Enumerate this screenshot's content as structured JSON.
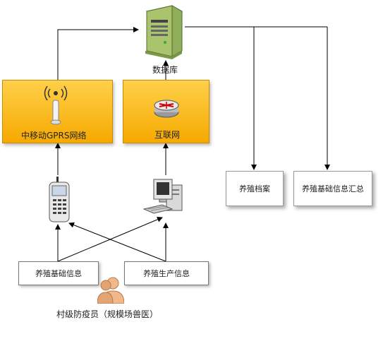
{
  "nodes": {
    "database": {
      "label": "数据库",
      "icon": "server-icon"
    },
    "gprs_network": {
      "label": "中移动GPRS网络",
      "icon": "antenna-icon"
    },
    "internet": {
      "label": "互联网",
      "icon": "router-icon"
    },
    "mobile_phone": {
      "icon": "mobile-phone-icon"
    },
    "computer": {
      "icon": "desktop-computer-icon"
    },
    "archive": {
      "label": "养殖档案"
    },
    "summary": {
      "label": "养殖基础信息汇总"
    },
    "basic_info": {
      "label": "养殖基础信息"
    },
    "production_info": {
      "label": "养殖生产信息"
    },
    "user": {
      "label": "村级防疫员（规模场兽医）",
      "icon": "user-icon"
    }
  },
  "colors": {
    "network_box": "#f6b619",
    "line": "#000000"
  }
}
